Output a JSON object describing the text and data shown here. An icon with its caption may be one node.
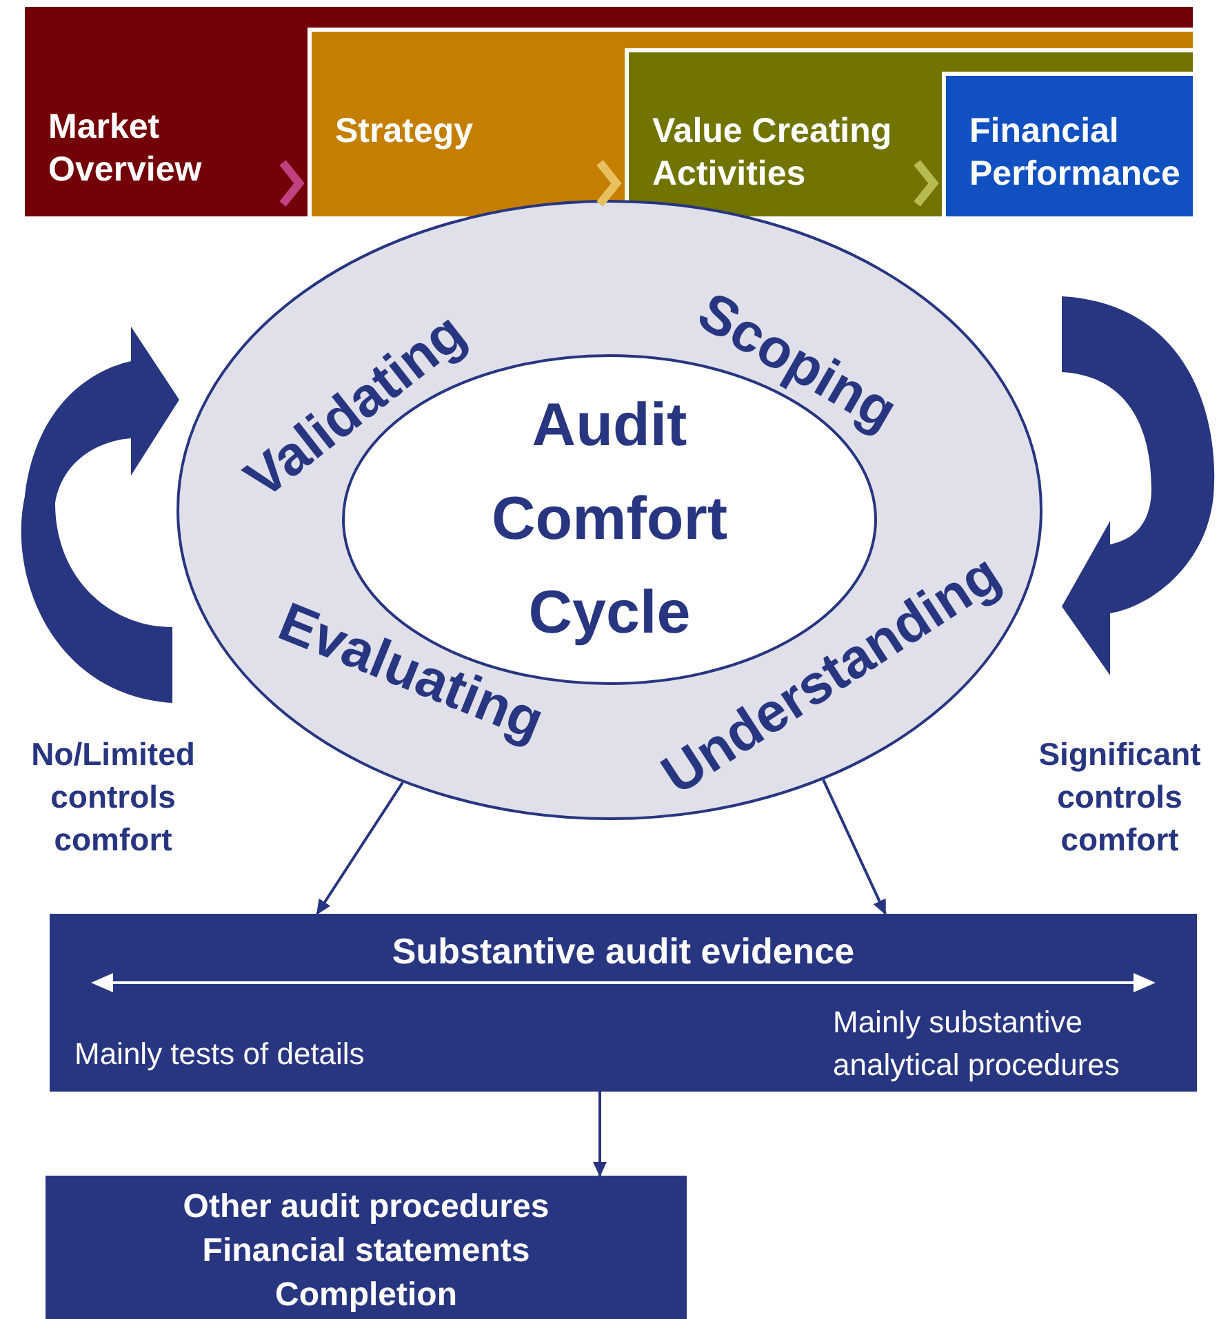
{
  "diagram": {
    "nodes": [
      {
        "text": [
          "Market Overview"
        ]
      },
      {
        "text": [
          "Strategy"
        ],
        "in": 0
      },
      {
        "text": [
          "Value Creating Activities"
        ],
        "in": 1
      },
      {
        "text": [
          "Financial Performance"
        ],
        "in": 2
      },
      {
        "text": [
          "Validating",
          "Scoping",
          "Evaluating",
          "Understanding"
        ]
      },
      {
        "text": [
          "Audit Comfort Cycle"
        ],
        "in": 4
      },
      {
        "text": [
          "Substantive audit evidence",
          "Mainly tests of details",
          "Mainly substantive analytical procedures"
        ]
      },
      {
        "text": [
          "Other audit procedures",
          "Financial statements",
          "Completion"
        ]
      }
    ],
    "edges": [
      {
        "from": 0,
        "to": 1,
        "arrow": "to",
        "style": "thick",
        "color": "#c04080"
      },
      {
        "from": 1,
        "to": 2,
        "arrow": "to",
        "style": "thick",
        "color": "#e8c060"
      },
      {
        "from": 2,
        "to": 3,
        "arrow": "to",
        "style": "thick",
        "color": "#b8bc50"
      },
      {
        "from": 4,
        "to": 6,
        "arrow": "to"
      },
      {
        "from": 4,
        "to": 6,
        "arrow": "to"
      },
      {
        "from": 6,
        "to": 7,
        "arrow": "to"
      }
    ],
    "labels": [
      "No/Limited controls comfort",
      "Significant controls comfort"
    ]
  }
}
